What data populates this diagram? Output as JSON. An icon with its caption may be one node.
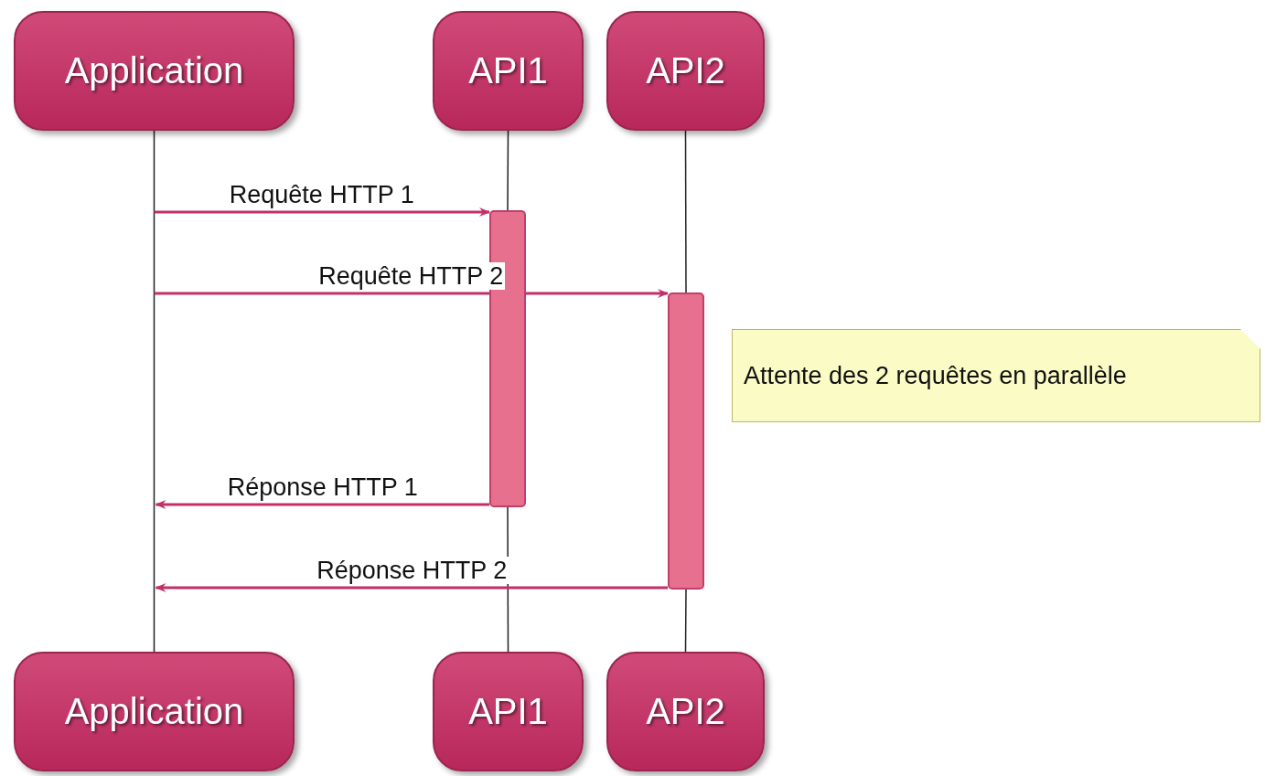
{
  "diagram": {
    "nodes": [
      {
        "text": [
          "Application"
        ]
      },
      {
        "text": [
          "API1"
        ]
      },
      {
        "text": [
          "API2"
        ]
      },
      {
        "text": [
          "Application"
        ]
      },
      {
        "text": [
          "API1"
        ]
      },
      {
        "text": [
          "API2"
        ]
      },
      {
        "text": [],
        "shape": "bar"
      },
      {
        "text": [],
        "shape": "bar"
      },
      {
        "text": [
          "Attente des 2 requêtes en parallèle"
        ]
      }
    ],
    "edges": [
      {
        "from": 0,
        "to": 3,
        "arrow": "none"
      },
      {
        "from": 1,
        "to": 6,
        "arrow": "none"
      },
      {
        "from": 6,
        "to": 4,
        "arrow": "none"
      },
      {
        "from": 2,
        "to": 7,
        "arrow": "none"
      },
      {
        "from": 7,
        "to": 5,
        "arrow": "none"
      },
      {
        "from": null,
        "to": 6,
        "arrow": "to",
        "label": "Requête HTTP 1",
        "color": "#c2306a"
      },
      {
        "from": null,
        "to": 7,
        "arrow": "to",
        "label": "Requête HTTP 2",
        "color": "#c2306a"
      },
      {
        "from": 6,
        "to": null,
        "arrow": "to",
        "label": "Réponse HTTP 1",
        "color": "#c2306a"
      },
      {
        "from": 7,
        "to": null,
        "arrow": "to",
        "label": "Réponse HTTP 2",
        "color": "#c2306a"
      }
    ]
  }
}
